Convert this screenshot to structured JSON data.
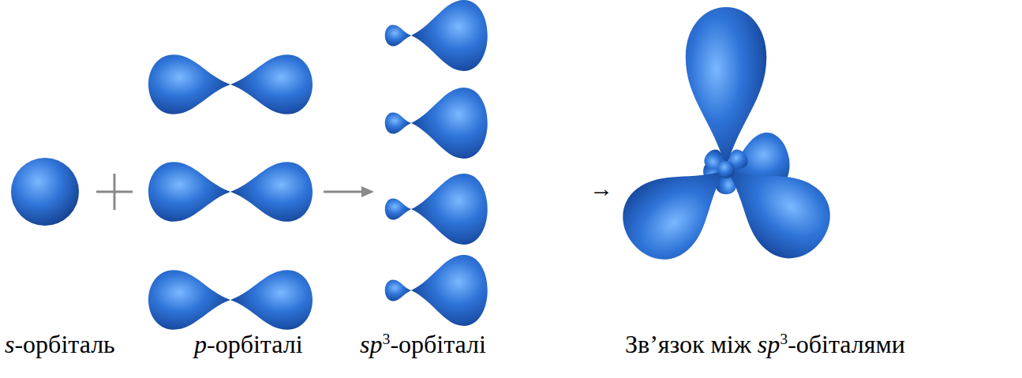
{
  "diagram": {
    "labels": [
      "s-орбіталь",
      "p-орбіталі",
      "sp3-орбіталі",
      "Зв’язок між sp3-обіталями",
      "→"
    ]
  }
}
